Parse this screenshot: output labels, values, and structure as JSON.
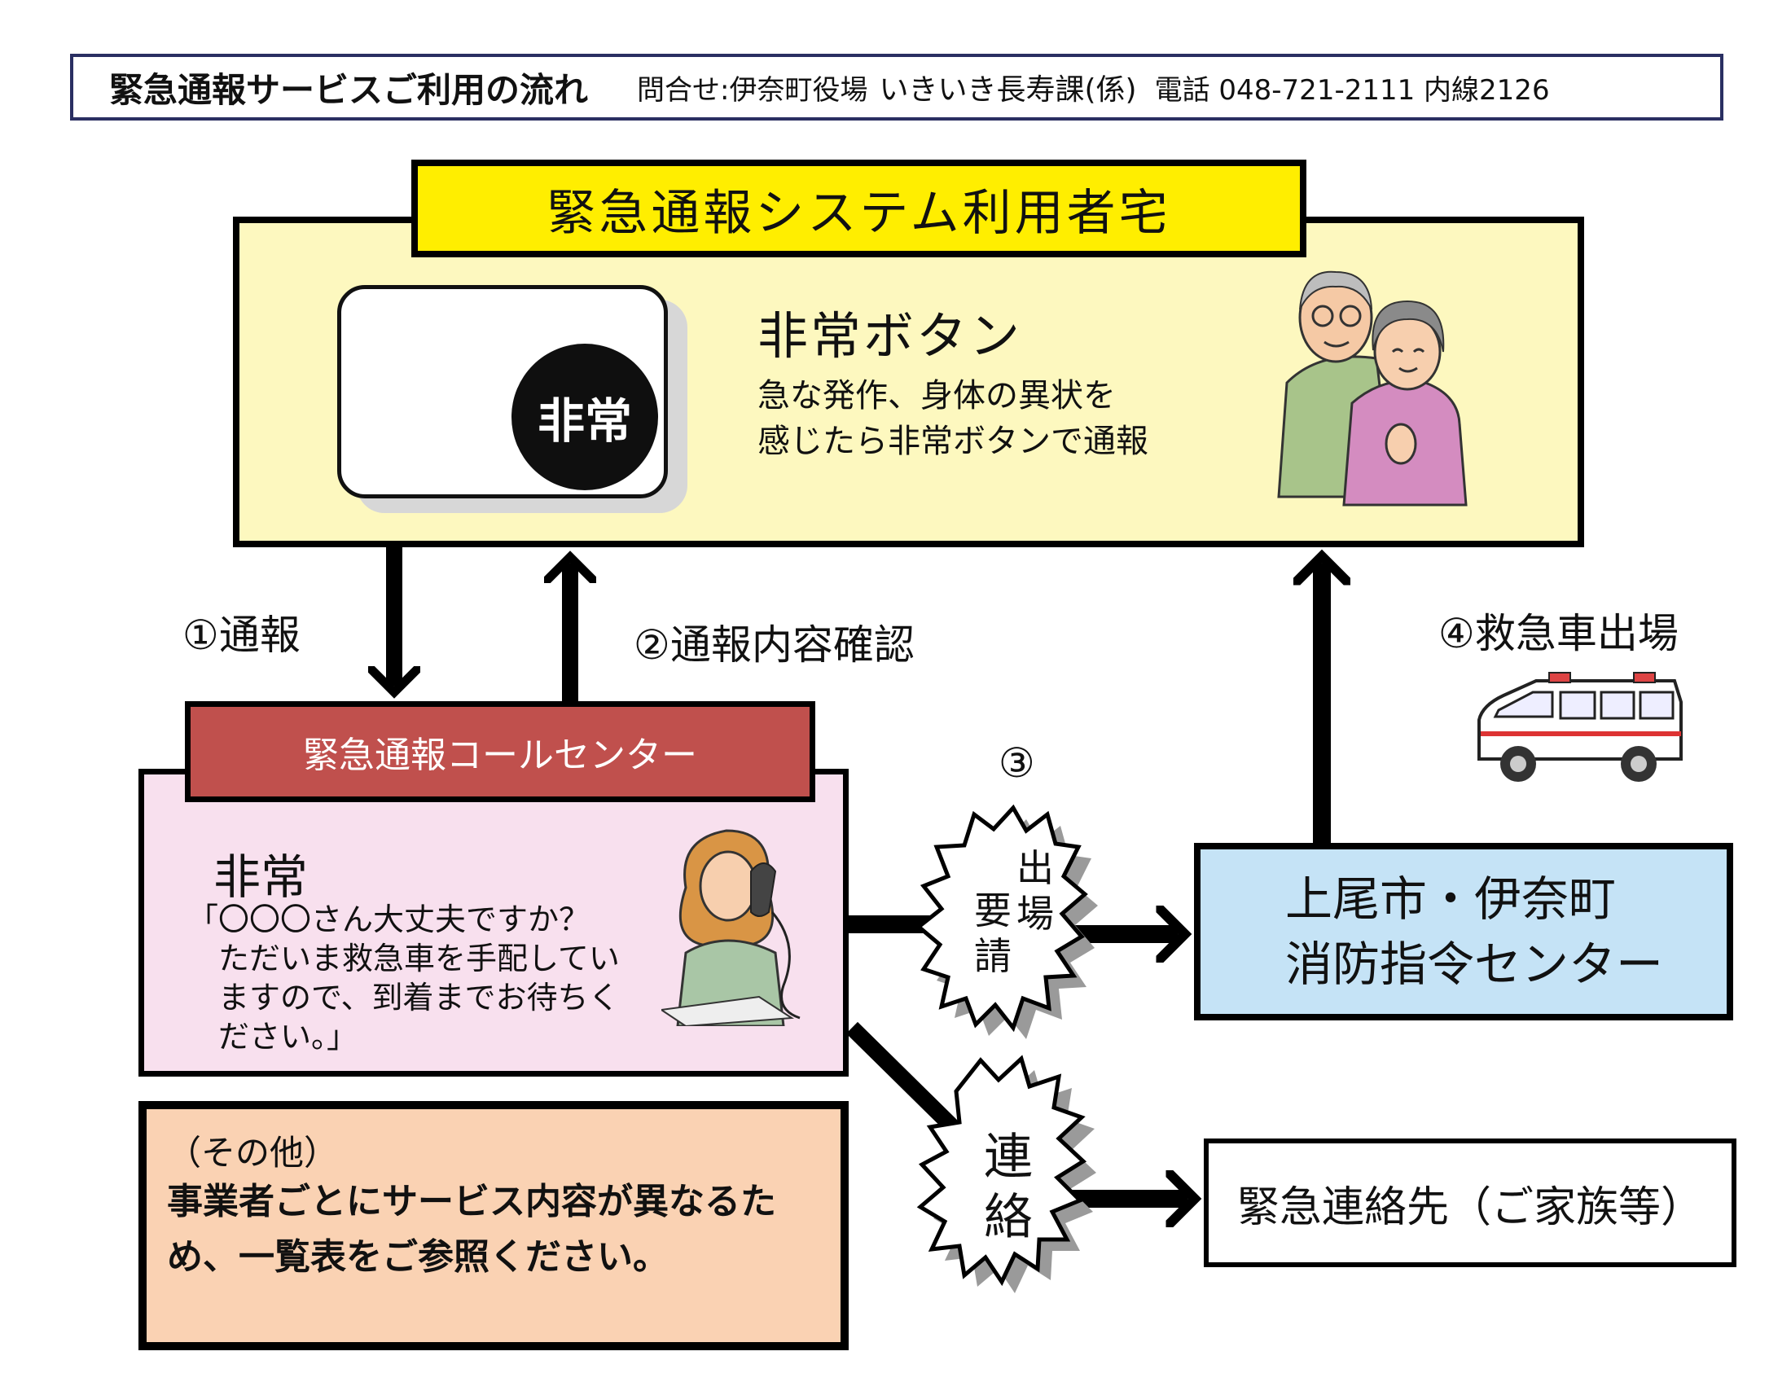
{
  "header": {
    "title": "緊急通報サービスご利用の流れ",
    "contact_prefix": "問合せ:伊奈町役場",
    "department": "いきいき長寿課(係)",
    "phone": "電話 048-721-2111 内線2126"
  },
  "user_home": {
    "title": "緊急通報システム利用者宅",
    "button_face_label": "非常",
    "heading": "非常ボタン",
    "description": "急な発作、身体の異状を\n感じたら非常ボタンで通報"
  },
  "steps": {
    "step1": "①通報",
    "step2": "②通報内容確認",
    "step3": "③",
    "step4": "④救急車出場"
  },
  "call_center": {
    "title": "緊急通報コールセンター",
    "heading": "非常",
    "script": "「〇〇〇さん大丈夫ですか？\n　ただいま救急車を手配してい\n　ますので、到着までお待ちく\n　ださい。」"
  },
  "dispatch_burst": {
    "col1": "出",
    "col2_a": "要",
    "col2_b": "請",
    "col1_b": "場"
  },
  "contact_burst": {
    "char1": "連",
    "char2": "絡"
  },
  "fire_center": {
    "line1": "上尾市・伊奈町",
    "line2": "消防指令センター"
  },
  "emergency_contact": {
    "label": "緊急連絡先（ご家族等）"
  },
  "other": {
    "label": "（その他）",
    "text": "事業者ごとにサービス内容が異なるた\nめ、一覧表をご参照ください。"
  },
  "colors": {
    "header_border": "#2a2f62",
    "home_bg": "#fdf8bf",
    "home_title_bg": "#ffee00",
    "call_center_title_bg": "#c0504d",
    "call_center_bg": "#f8e0ee",
    "fire_bg": "#c5e3f6",
    "other_bg": "#fad2b3"
  }
}
